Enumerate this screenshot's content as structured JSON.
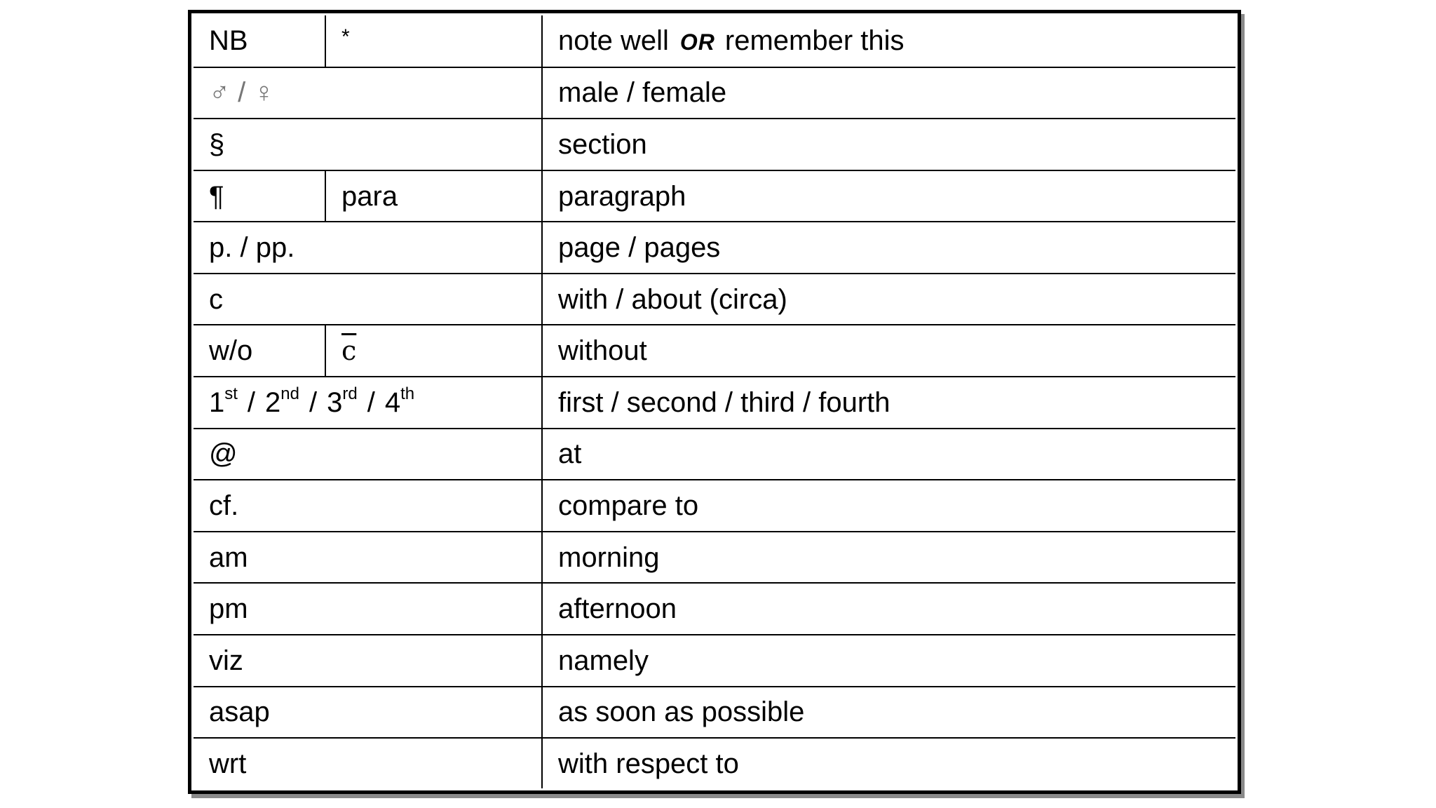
{
  "rows": [
    {
      "abbr": "NB",
      "alt": "*",
      "meaning_a": "note well",
      "meaning_or": "OR",
      "meaning_b": "remember this"
    },
    {
      "abbr": "♂ / ♀",
      "meaning": "male / female"
    },
    {
      "abbr": "§",
      "meaning": "section"
    },
    {
      "abbr": "¶",
      "alt": "para",
      "meaning": "paragraph"
    },
    {
      "abbr": "p. / pp.",
      "meaning": "page / pages"
    },
    {
      "abbr": "c",
      "meaning": "with / about (circa)"
    },
    {
      "abbr": "w/o",
      "alt": "c",
      "meaning": "without"
    },
    {
      "ordinals": [
        {
          "num": "1",
          "suf": "st"
        },
        {
          "num": "2",
          "suf": "nd"
        },
        {
          "num": "3",
          "suf": "rd"
        },
        {
          "num": "4",
          "suf": "th"
        }
      ],
      "sep": "/",
      "meaning": "first / second / third / fourth"
    },
    {
      "abbr": "@",
      "meaning": "at"
    },
    {
      "abbr": "cf.",
      "meaning": "compare to"
    },
    {
      "abbr": "am",
      "meaning": "morning"
    },
    {
      "abbr": "pm",
      "meaning": "afternoon"
    },
    {
      "abbr": "viz",
      "meaning": "namely"
    },
    {
      "abbr": "asap",
      "meaning": "as soon as possible"
    },
    {
      "abbr": "wrt",
      "meaning": "with respect to"
    }
  ]
}
